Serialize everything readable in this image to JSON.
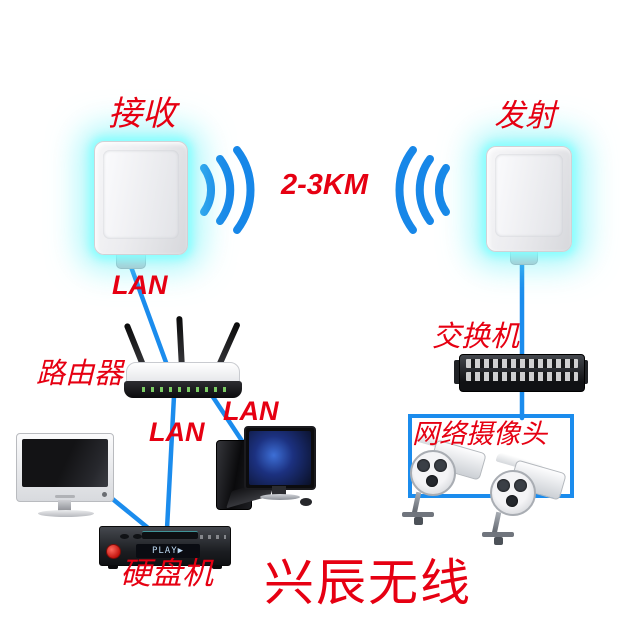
{
  "diagram": {
    "labels": {
      "receiver": "接收",
      "transmitter": "发射",
      "distance": "2-3KM",
      "lan_antenna": "LAN",
      "lan_dvr": "LAN",
      "lan_pc": "LAN",
      "router": "路由器",
      "switch": "交换机",
      "ip_camera_zone": "网络摄像头",
      "hdd_player": "硬盘机",
      "brand": "兴辰无线"
    },
    "device_display": {
      "hdd_player_screen": "PLAY▶"
    },
    "colors": {
      "label_red": "#e60012",
      "cable_blue": "#1b8ced",
      "wave_blue": "#1787e8",
      "antenna_glow_cyan": "#7df2f4",
      "background": "#ffffff"
    },
    "connections": [
      {
        "from": "receiver-antenna",
        "to": "router",
        "label": "LAN"
      },
      {
        "from": "router",
        "to": "hdd-player",
        "label": "LAN"
      },
      {
        "from": "router",
        "to": "desktop-computer",
        "label": "LAN"
      },
      {
        "from": "tv-monitor",
        "to": "hdd-player",
        "label": ""
      },
      {
        "from": "transmitter-antenna",
        "to": "switch",
        "label": ""
      },
      {
        "from": "switch",
        "to": "ip-camera-zone",
        "label": ""
      }
    ],
    "wireless_link": {
      "between": [
        "receiver-antenna",
        "transmitter-antenna"
      ],
      "distance": "2-3KM"
    }
  }
}
